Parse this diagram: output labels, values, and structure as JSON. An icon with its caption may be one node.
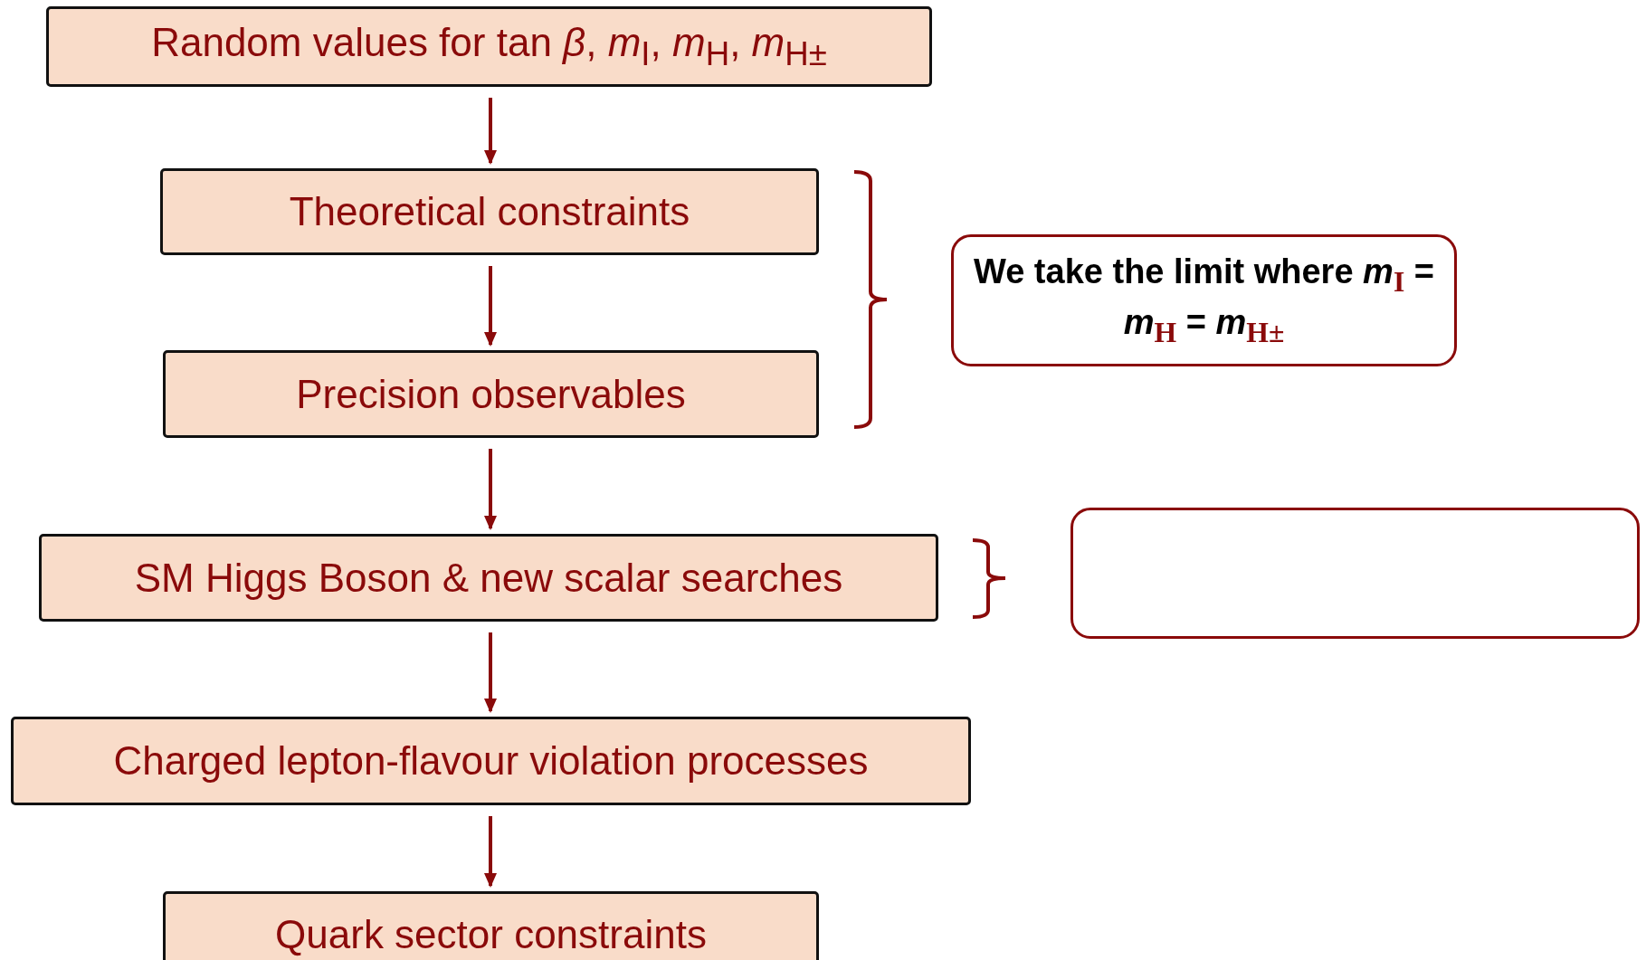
{
  "diagram": {
    "nodes": [
      {
        "text": [
          "Random values for tan *β*, *m*$_{I}$, *m*$_{H}$, *m*$_{H±}$"
        ]
      },
      {
        "text": [
          "Theoretical constraints"
        ]
      },
      {
        "text": [
          "Precision observables"
        ]
      },
      {
        "text": [
          "We take the limit where *m*$_{I}$ = *m*$_{H}$ = *m*$_{H±}$"
        ]
      },
      {
        "text": [
          "SM Higgs Boson & new scalar searches"
        ]
      },
      {
        "text": [],
        "shape": "box"
      },
      {
        "text": [
          "Charged lepton-flavour violation processes"
        ]
      },
      {
        "text": [
          "Quark sector constraints"
        ]
      }
    ],
    "edges": [
      {
        "from": 0,
        "to": 1,
        "arrow": "to"
      },
      {
        "from": 1,
        "to": 2,
        "arrow": "to"
      },
      {
        "from": 2,
        "to": 4,
        "arrow": "to"
      },
      {
        "from": 4,
        "to": 6,
        "arrow": "to"
      },
      {
        "from": 6,
        "to": 7,
        "arrow": "to"
      }
    ]
  }
}
